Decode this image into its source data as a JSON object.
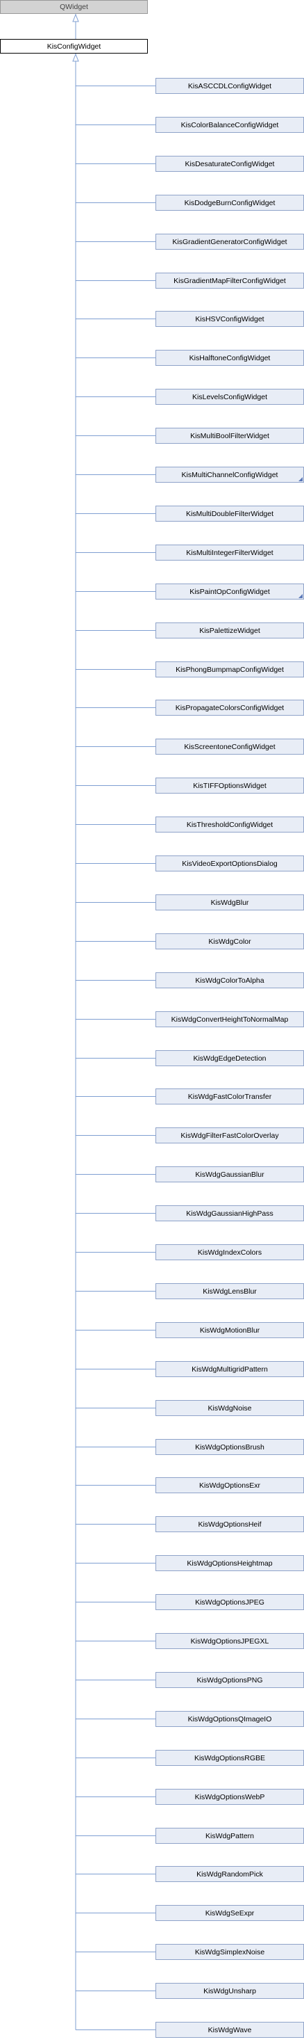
{
  "diagram": {
    "root": {
      "label": "QWidget"
    },
    "base": {
      "label": "KisConfigWidget"
    },
    "children": [
      {
        "label": "KisASCCDLConfigWidget",
        "has_subclasses": false
      },
      {
        "label": "KisColorBalanceConfigWidget",
        "has_subclasses": false
      },
      {
        "label": "KisDesaturateConfigWidget",
        "has_subclasses": false
      },
      {
        "label": "KisDodgeBurnConfigWidget",
        "has_subclasses": false
      },
      {
        "label": "KisGradientGeneratorConfigWidget",
        "has_subclasses": false
      },
      {
        "label": "KisGradientMapFilterConfigWidget",
        "has_subclasses": false
      },
      {
        "label": "KisHSVConfigWidget",
        "has_subclasses": false
      },
      {
        "label": "KisHalftoneConfigWidget",
        "has_subclasses": false
      },
      {
        "label": "KisLevelsConfigWidget",
        "has_subclasses": false
      },
      {
        "label": "KisMultiBoolFilterWidget",
        "has_subclasses": false
      },
      {
        "label": "KisMultiChannelConfigWidget",
        "has_subclasses": true
      },
      {
        "label": "KisMultiDoubleFilterWidget",
        "has_subclasses": false
      },
      {
        "label": "KisMultiIntegerFilterWidget",
        "has_subclasses": false
      },
      {
        "label": "KisPaintOpConfigWidget",
        "has_subclasses": true
      },
      {
        "label": "KisPalettizeWidget",
        "has_subclasses": false
      },
      {
        "label": "KisPhongBumpmapConfigWidget",
        "has_subclasses": false
      },
      {
        "label": "KisPropagateColorsConfigWidget",
        "has_subclasses": false
      },
      {
        "label": "KisScreentoneConfigWidget",
        "has_subclasses": false
      },
      {
        "label": "KisTIFFOptionsWidget",
        "has_subclasses": false
      },
      {
        "label": "KisThresholdConfigWidget",
        "has_subclasses": false
      },
      {
        "label": "KisVideoExportOptionsDialog",
        "has_subclasses": false
      },
      {
        "label": "KisWdgBlur",
        "has_subclasses": false
      },
      {
        "label": "KisWdgColor",
        "has_subclasses": false
      },
      {
        "label": "KisWdgColorToAlpha",
        "has_subclasses": false
      },
      {
        "label": "KisWdgConvertHeightToNormalMap",
        "has_subclasses": false
      },
      {
        "label": "KisWdgEdgeDetection",
        "has_subclasses": false
      },
      {
        "label": "KisWdgFastColorTransfer",
        "has_subclasses": false
      },
      {
        "label": "KisWdgFilterFastColorOverlay",
        "has_subclasses": false
      },
      {
        "label": "KisWdgGaussianBlur",
        "has_subclasses": false
      },
      {
        "label": "KisWdgGaussianHighPass",
        "has_subclasses": false
      },
      {
        "label": "KisWdgIndexColors",
        "has_subclasses": false
      },
      {
        "label": "KisWdgLensBlur",
        "has_subclasses": false
      },
      {
        "label": "KisWdgMotionBlur",
        "has_subclasses": false
      },
      {
        "label": "KisWdgMultigridPattern",
        "has_subclasses": false
      },
      {
        "label": "KisWdgNoise",
        "has_subclasses": false
      },
      {
        "label": "KisWdgOptionsBrush",
        "has_subclasses": false
      },
      {
        "label": "KisWdgOptionsExr",
        "has_subclasses": false
      },
      {
        "label": "KisWdgOptionsHeif",
        "has_subclasses": false
      },
      {
        "label": "KisWdgOptionsHeightmap",
        "has_subclasses": false
      },
      {
        "label": "KisWdgOptionsJPEG",
        "has_subclasses": false
      },
      {
        "label": "KisWdgOptionsJPEGXL",
        "has_subclasses": false
      },
      {
        "label": "KisWdgOptionsPNG",
        "has_subclasses": false
      },
      {
        "label": "KisWdgOptionsQImageIO",
        "has_subclasses": false
      },
      {
        "label": "KisWdgOptionsRGBE",
        "has_subclasses": false
      },
      {
        "label": "KisWdgOptionsWebP",
        "has_subclasses": false
      },
      {
        "label": "KisWdgPattern",
        "has_subclasses": false
      },
      {
        "label": "KisWdgRandomPick",
        "has_subclasses": false
      },
      {
        "label": "KisWdgSeExpr",
        "has_subclasses": false
      },
      {
        "label": "KisWdgSimplexNoise",
        "has_subclasses": false
      },
      {
        "label": "KisWdgUnsharp",
        "has_subclasses": false
      },
      {
        "label": "KisWdgWave",
        "has_subclasses": false
      }
    ],
    "colors": {
      "child_fill": "#e8edf6",
      "child_border": "#8fa3c9",
      "edge": "#7f9fd2",
      "root_fill": "#d3d3d3"
    }
  }
}
